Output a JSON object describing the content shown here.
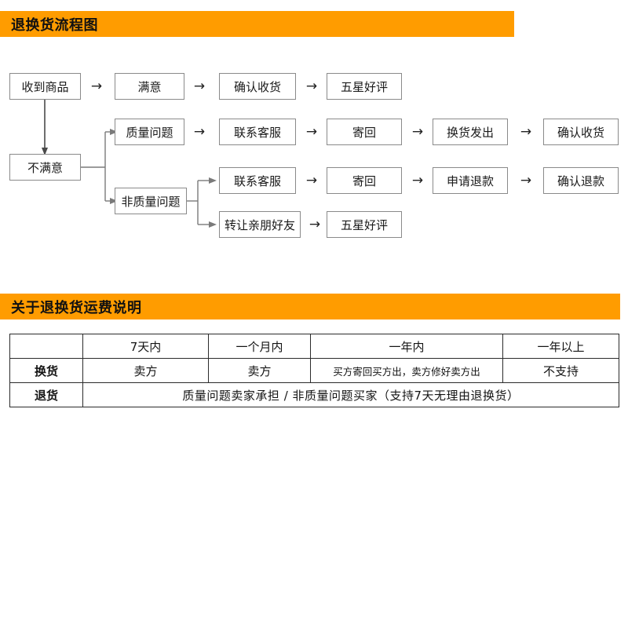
{
  "sections": {
    "flow": {
      "title": "退换货流程图",
      "bar_color": "#FF9C00"
    },
    "fee": {
      "title": "关于退换货运费说明",
      "bar_color": "#FF9C00"
    }
  },
  "flowchart": {
    "arrow_glyph": "→",
    "nodes": {
      "received": "收到商品",
      "satisfied": "满意",
      "confirm_receipt_top": "确认收货",
      "five_star_top": "五星好评",
      "unsatisfied": "不满意",
      "quality_issue": "质量问题",
      "contact_service_1": "联系客服",
      "send_back_1": "寄回",
      "exchange_sent": "换货发出",
      "confirm_receipt_row2": "确认收货",
      "non_quality_issue": "非质量问题",
      "contact_service_2": "联系客服",
      "send_back_2": "寄回",
      "apply_refund": "申请退款",
      "confirm_refund": "确认退款",
      "transfer_to_friends": "转让亲朋好友",
      "five_star_bottom": "五星好评"
    }
  },
  "fee_table": {
    "columns": [
      "",
      "7天内",
      "一个月内",
      "一年内",
      "一年以上"
    ],
    "rows": [
      {
        "label": "换货",
        "cells": [
          "卖方",
          "卖方",
          "买方寄回买方出，卖方修好卖方出",
          "不支持"
        ]
      },
      {
        "label": "退货",
        "merged_note": "质量问题卖家承担     /     非质量问题买家（支持7天无理由退换货）"
      }
    ]
  }
}
